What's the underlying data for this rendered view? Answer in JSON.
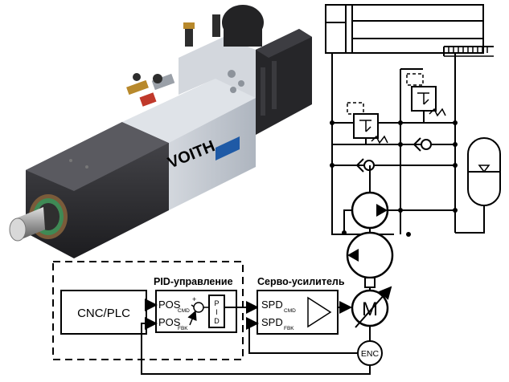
{
  "product": {
    "brand_logo": "VOITH"
  },
  "control": {
    "cnc_label": "CNC/PLC",
    "pid_title": "PID-управление",
    "pos": "POS",
    "cmd_sub": "CMD",
    "fbk_sub": "FBK",
    "pid_block": [
      "P",
      "I",
      "D"
    ],
    "plus": "+",
    "minus": "-",
    "amp_title": "Серво-усилитель",
    "spd": "SPD",
    "motor": "M",
    "encoder": "ENC"
  },
  "colors": {
    "logo_blue": "#1f5aa6",
    "housing_dark": "#2b2b2e",
    "block_light": "#c9ced6",
    "line": "#000000"
  },
  "icons": [
    "voith-pump-unit-illustration",
    "cylinder-symbol",
    "scale-ruler-symbol",
    "relief-valve-symbol",
    "check-valve-symbol",
    "accumulator-symbol",
    "hydraulic-pump-symbol",
    "motor-symbol",
    "encoder-symbol",
    "amplifier-triangle-symbol"
  ]
}
